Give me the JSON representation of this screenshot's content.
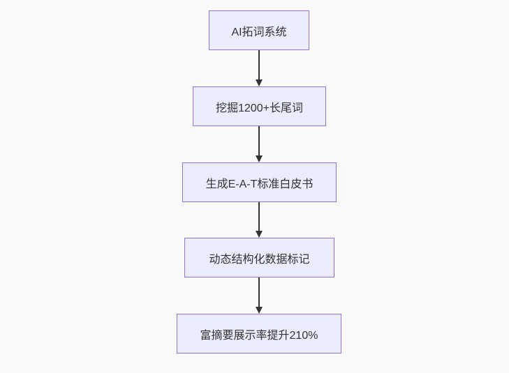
{
  "diagram": {
    "type": "flowchart-top-down",
    "nodes": [
      {
        "label": "AI拓词系统"
      },
      {
        "label": "挖掘1200+长尾词"
      },
      {
        "label": "生成E-A-T标准白皮书"
      },
      {
        "label": "动态结构化数据标记"
      },
      {
        "label": "富摘要展示率提升210%"
      }
    ],
    "edges": [
      {
        "from": 0,
        "to": 1
      },
      {
        "from": 1,
        "to": 2
      },
      {
        "from": 2,
        "to": 3
      },
      {
        "from": 3,
        "to": 4
      }
    ]
  },
  "theme": {
    "node_fill": "#ECECFF",
    "node_border": "#9370DB",
    "node_text": "#333333",
    "arrow_color": "#333333",
    "background": "#fafafa"
  }
}
